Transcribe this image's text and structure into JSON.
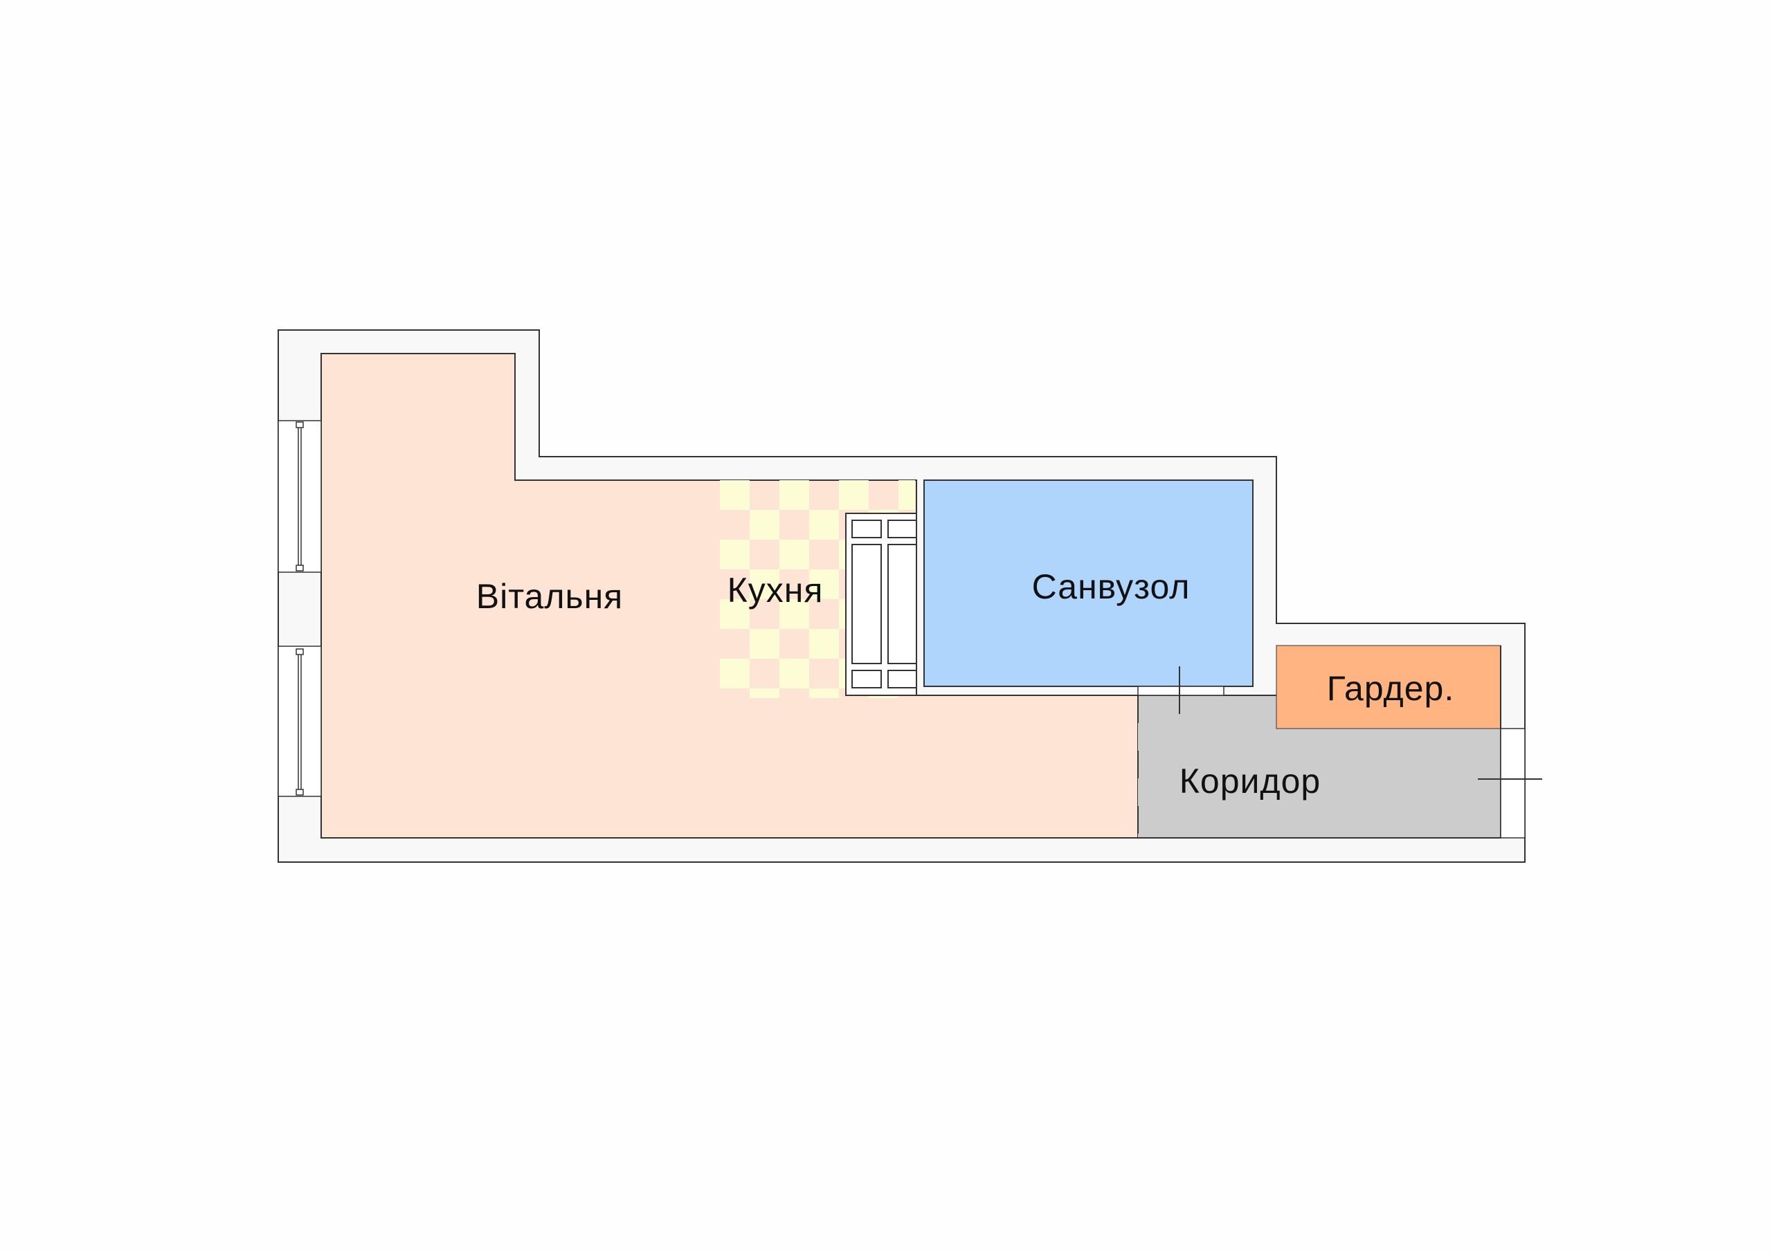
{
  "plan": {
    "rooms": {
      "living": {
        "label": "Вітальня",
        "color": "#fde4d4"
      },
      "kitchen": {
        "label": "Кухня",
        "color": "#fcfdd4"
      },
      "bathroom": {
        "label": "Санвузол",
        "color": "#b0d5fd"
      },
      "wardrobe": {
        "label": "Гардер.",
        "color": "#ffb482"
      },
      "corridor": {
        "label": "Коридор",
        "color": "#cccccc"
      }
    },
    "wall_color": "#f8f8f8",
    "line_color": "#333333"
  }
}
